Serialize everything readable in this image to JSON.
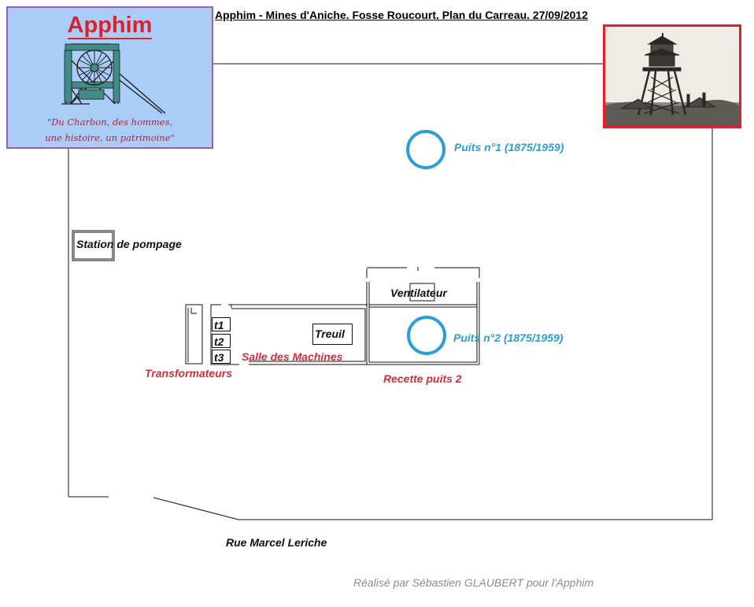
{
  "title": "Apphim - Mines d'Aniche. Fosse Roucourt. Plan du Carreau. 27/09/2012",
  "logo": {
    "name": "Apphim",
    "slogan_line1": "\"Du Charbon, des hommes,",
    "slogan_line2": "une histoire, un patrimoine\""
  },
  "photo": {
    "icon": "headframe-photo"
  },
  "labels": {
    "puits1": "Puits n°1 (1875/1959)",
    "puits2": "Puits n°2 (1875/1959)",
    "station_pompage": "Station de pompage",
    "ventilateur": "Ventilateur",
    "treuil": "Treuil",
    "salle_machines": "Salle des Machines",
    "transformateurs": "Transformateurs",
    "recette_puits2": "Recette puits 2",
    "t1": "t1",
    "t2": "t2",
    "t3": "t3",
    "rue": "Rue Marcel Leriche"
  },
  "credit": "Réalisé par Sébastien GLAUBERT pour l'Apphim",
  "colors": {
    "shaft_blue": "#2a9fd6",
    "label_red": "#d0303a",
    "logo_bg": "#a9cdf7",
    "photo_border": "#e0212a"
  }
}
